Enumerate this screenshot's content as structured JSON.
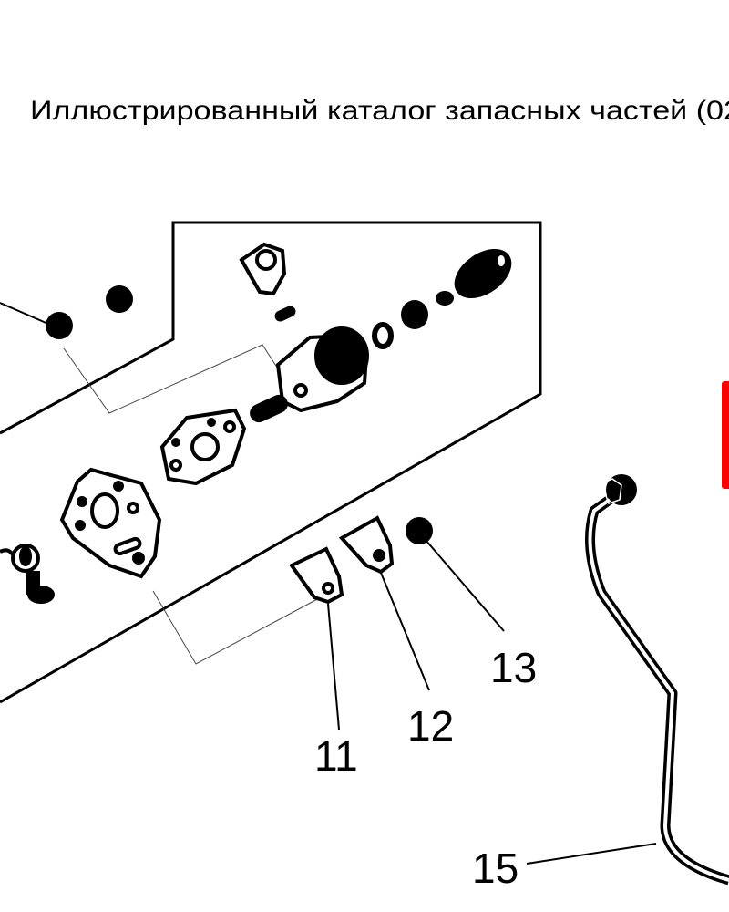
{
  "header": {
    "title": "Иллюстрированный каталог запасных частей (02"
  },
  "callouts": [
    {
      "id": "11",
      "label": "11"
    },
    {
      "id": "12",
      "label": "12"
    },
    {
      "id": "13",
      "label": "13"
    },
    {
      "id": "15",
      "label": "15"
    }
  ],
  "colors": {
    "line": "#000000",
    "marker": "#ff0000",
    "background": "#ffffff"
  }
}
